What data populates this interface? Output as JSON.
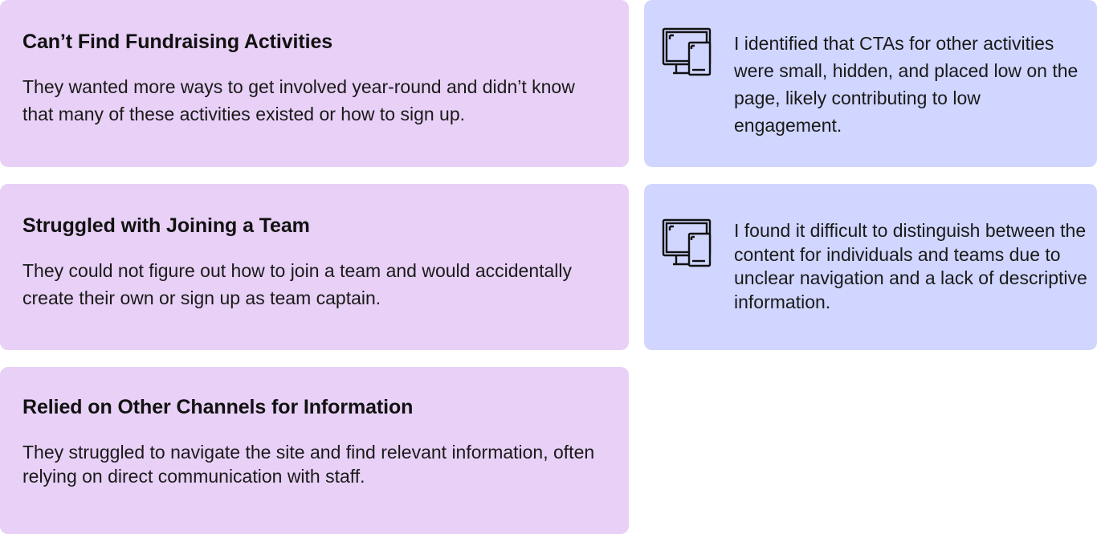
{
  "problems": [
    {
      "title": "Can’t Find Fundraising Activities",
      "body": "They wanted more ways to get involved year-round and didn’t know that many of these activities existed or how to sign up."
    },
    {
      "title": "Struggled with Joining a Team",
      "body": "They could not figure out how to join a team and would accidentally create their own or sign up as team captain."
    },
    {
      "title": "Relied on Other Channels for Information",
      "body": "They struggled to navigate the site and find relevant information, often relying on direct communication with staff."
    }
  ],
  "insights": [
    {
      "icon": "devices-icon",
      "text": "I identified that CTAs for other activities were small, hidden, and placed low on the page, likely contributing to low engagement."
    },
    {
      "icon": "devices-icon",
      "text": "I found it difficult to distinguish between the content for individuals and teams due to unclear navigation and a lack of descriptive information."
    }
  ],
  "colors": {
    "problem_card": "#e8d0f6",
    "insight_card": "#d0d6ff",
    "text": "#111111"
  }
}
